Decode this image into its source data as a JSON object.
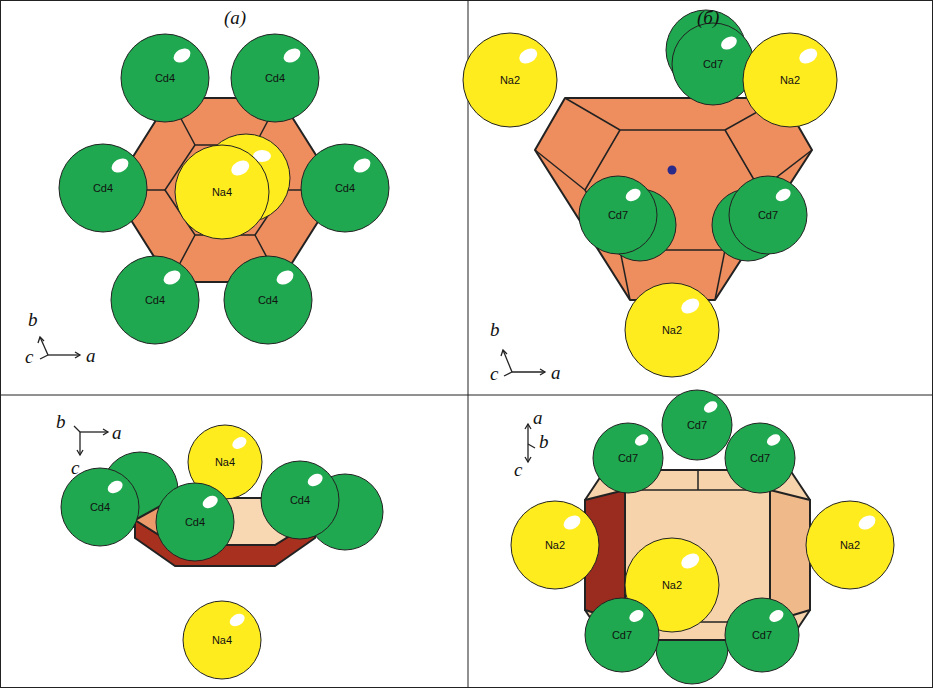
{
  "diagram": {
    "nodes": [
      {
        "text": [
          "Cd4"
        ]
      },
      {
        "text": [
          "Cd4"
        ]
      },
      {
        "text": [
          "Cd4"
        ]
      },
      {
        "text": [
          "Na4"
        ]
      },
      {
        "text": [
          "Cd4"
        ]
      },
      {
        "text": [
          "Cd4"
        ]
      },
      {
        "text": [
          "Cd4"
        ]
      },
      {
        "text": [
          "Na2"
        ]
      },
      {
        "text": [
          "Cd7"
        ]
      },
      {
        "text": [
          "Na2"
        ]
      },
      {
        "text": [
          "Cd7"
        ]
      },
      {
        "text": [
          "Cd7"
        ]
      },
      {
        "text": [
          "Na2"
        ]
      },
      {
        "text": [
          "Na4"
        ]
      },
      {
        "text": [
          "Cd4"
        ]
      },
      {
        "text": [
          "Cd4"
        ]
      },
      {
        "text": [
          "Cd4"
        ]
      },
      {
        "text": [
          "Na4"
        ]
      },
      {
        "text": [
          "Cd7"
        ]
      },
      {
        "text": [
          "Cd7"
        ]
      },
      {
        "text": [
          "Cd7"
        ]
      },
      {
        "text": [
          "Na2"
        ]
      },
      {
        "text": [
          "Na2"
        ]
      },
      {
        "text": [
          "Na2"
        ]
      },
      {
        "text": [
          "Cd7"
        ]
      },
      {
        "text": [
          "Cd7"
        ]
      }
    ],
    "labels": [
      "(а)",
      "(б)",
      "b",
      "c",
      "a",
      "b",
      "c",
      "a",
      "b",
      "a",
      "c",
      "a",
      "b",
      "c"
    ]
  }
}
